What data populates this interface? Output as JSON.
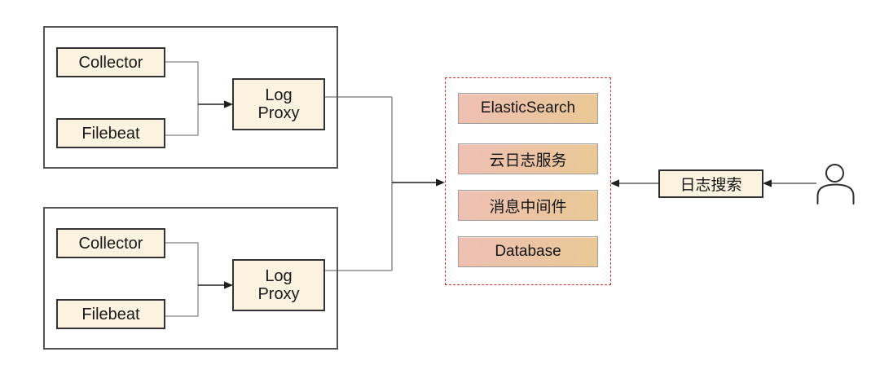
{
  "diagram_title": "log-collection-architecture",
  "colors": {
    "canvas_bg": "#ffffff",
    "node_fill": "#fbf3e0",
    "node_border": "#333333",
    "group_border": "#555555",
    "connector_gray": "#999999",
    "arrow_black": "#1f1f1f",
    "dashed_red": "#cf3230",
    "backend_gradient_from": "#efc0b4",
    "backend_gradient_to": "#e9c994",
    "backend_border": "#9c9c9c"
  },
  "groups": [
    {
      "collector_label": "Collector",
      "filebeat_label": "Filebeat",
      "proxy_label": "Log\nProxy"
    },
    {
      "collector_label": "Collector",
      "filebeat_label": "Filebeat",
      "proxy_label": "Log\nProxy"
    }
  ],
  "backends": [
    "ElasticSearch",
    "云日志服务",
    "消息中间件",
    "Database"
  ],
  "search_box": {
    "label": "日志搜索"
  },
  "icons": {
    "user": "user-icon"
  }
}
